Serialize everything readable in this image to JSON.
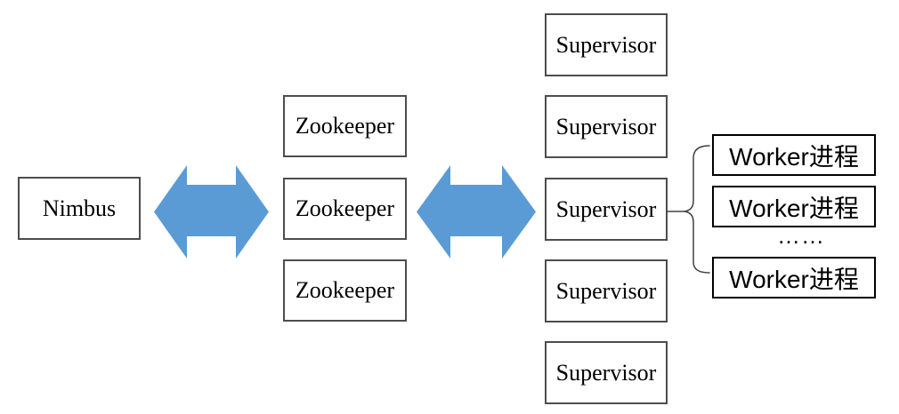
{
  "diagram": {
    "nimbus": {
      "label": "Nimbus"
    },
    "zookeepers": [
      {
        "label": "Zookeeper"
      },
      {
        "label": "Zookeeper"
      },
      {
        "label": "Zookeeper"
      }
    ],
    "supervisors": [
      {
        "label": "Supervisor"
      },
      {
        "label": "Supervisor"
      },
      {
        "label": "Supervisor"
      },
      {
        "label": "Supervisor"
      },
      {
        "label": "Supervisor"
      }
    ],
    "workers": [
      {
        "label": "Worker进程"
      },
      {
        "label": "Worker进程"
      },
      {
        "label": "Worker进程"
      }
    ],
    "workers_ellipsis": "……"
  },
  "colors": {
    "background": "#ffffff",
    "text": "#000000",
    "box_border": "#4d4d4d",
    "worker_border": "#000000",
    "arrow_fill": "#5b9bd5",
    "line_color": "#404040"
  }
}
